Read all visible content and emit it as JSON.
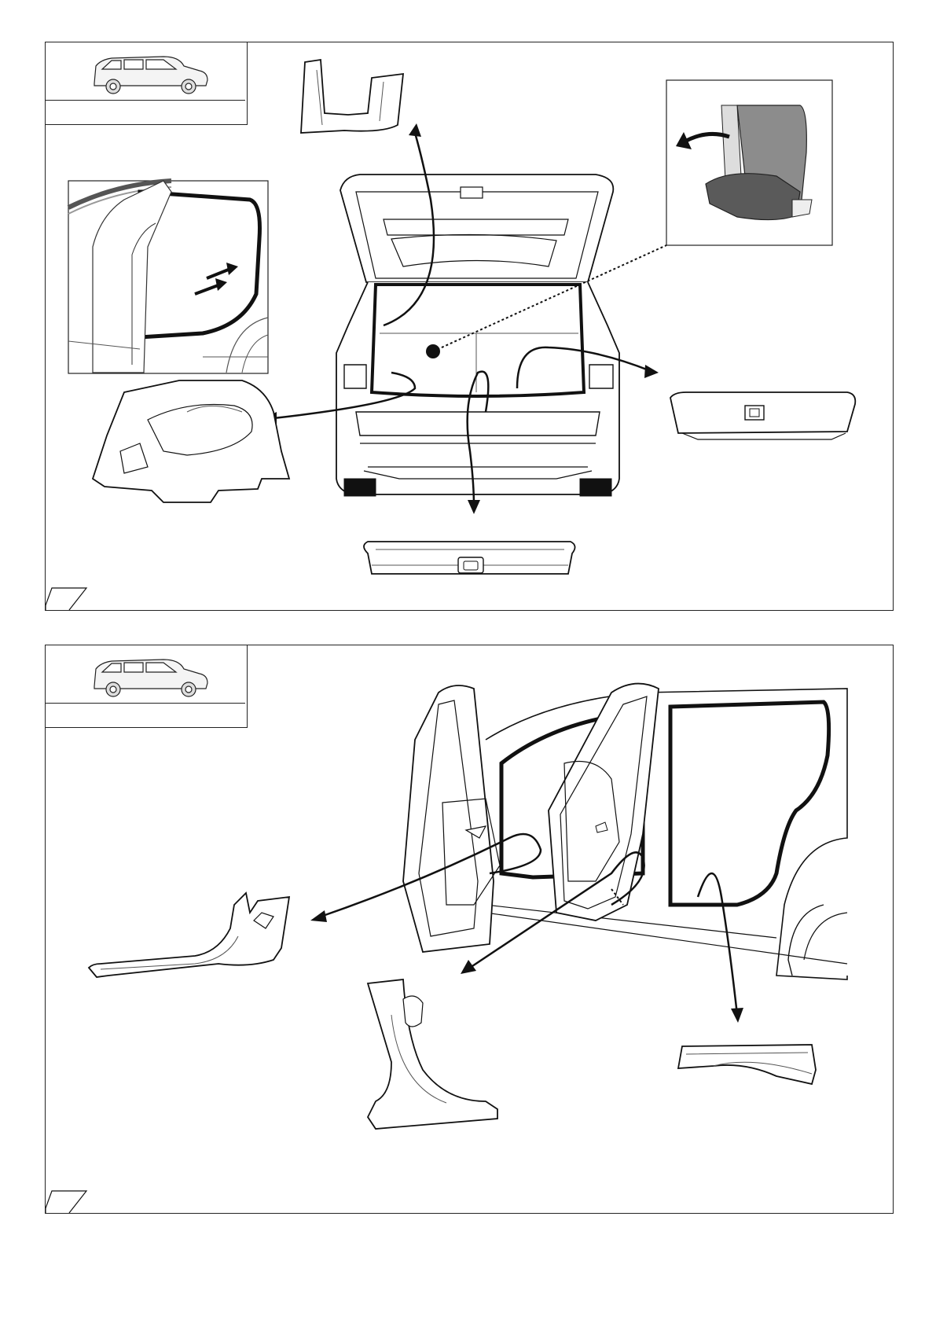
{
  "document": {
    "type": "installation-instructions-page",
    "panels": [
      {
        "id": "panel-1",
        "thumbnail_caption": "",
        "step_label": ""
      },
      {
        "id": "panel-2",
        "thumbnail_caption": "",
        "step_label": ""
      }
    ]
  },
  "colors": {
    "line": "#111111",
    "paper": "#ffffff",
    "seat_gray": "#8c8c8c",
    "seat_dark": "#5a5a5a"
  },
  "icons": [
    "car-thumbnail-icon",
    "arrow-icon"
  ]
}
